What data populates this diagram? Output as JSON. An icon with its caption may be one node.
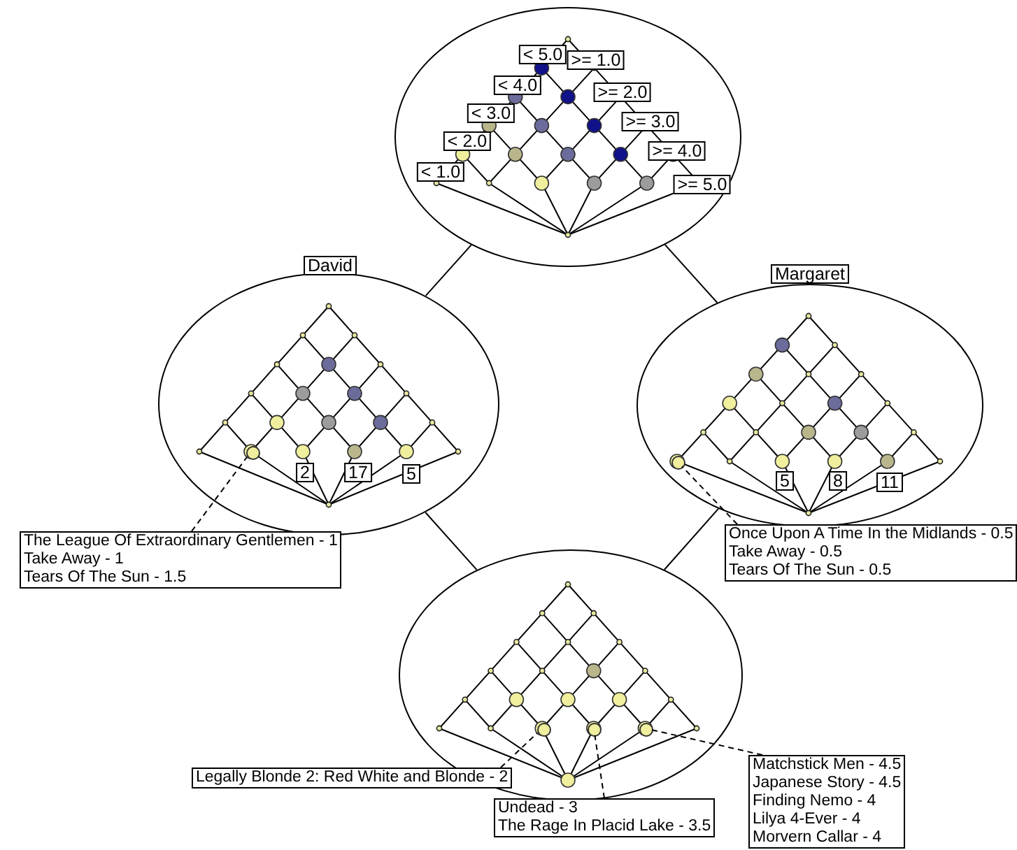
{
  "diagram": {
    "nodes": [
      {
        "text": [],
        "shape": "ellipse"
      },
      {
        "text": [
          "< 5.0"
        ],
        "in": 0
      },
      {
        "text": [
          ">= 1.0"
        ],
        "in": 0
      },
      {
        "text": [
          "< 4.0"
        ],
        "in": 0
      },
      {
        "text": [
          ">= 2.0"
        ],
        "in": 0
      },
      {
        "text": [
          "< 3.0"
        ],
        "in": 0
      },
      {
        "text": [
          ">= 3.0"
        ],
        "in": 0
      },
      {
        "text": [
          "< 2.0"
        ],
        "in": 0
      },
      {
        "text": [
          ">= 4.0"
        ],
        "in": 0
      },
      {
        "text": [
          "< 1.0"
        ],
        "in": 0
      },
      {
        "text": [
          ">= 5.0"
        ],
        "in": 0
      },
      {
        "text": [
          "David"
        ]
      },
      {
        "text": [],
        "shape": "ellipse"
      },
      {
        "text": [
          "2"
        ],
        "in": 12
      },
      {
        "text": [
          "17"
        ],
        "in": 12
      },
      {
        "text": [
          "5"
        ],
        "in": 12
      },
      {
        "text": [
          "Margaret"
        ]
      },
      {
        "text": [],
        "shape": "ellipse"
      },
      {
        "text": [
          "5"
        ],
        "in": 17
      },
      {
        "text": [
          "8"
        ],
        "in": 17
      },
      {
        "text": [
          "11"
        ],
        "in": 17
      },
      {
        "text": [],
        "shape": "ellipse"
      },
      {
        "text": [
          "The League Of Extraordinary Gentlemen - 1",
          "Take Away - 1",
          "Tears Of The Sun - 1.5"
        ]
      },
      {
        "text": [],
        "shape": "circle",
        "in": 12
      },
      {
        "text": [
          "Once Upon A Time In the Midlands - 0.5",
          "Take Away - 0.5",
          "Tears Of The Sun - 0.5"
        ]
      },
      {
        "text": [],
        "shape": "circle",
        "in": 17
      },
      {
        "text": [
          "Legally Blonde 2: Red White and Blonde - 2"
        ]
      },
      {
        "text": [],
        "shape": "circle",
        "in": 21
      },
      {
        "text": [
          "Undead - 3",
          "The Rage In Placid Lake - 3.5"
        ]
      },
      {
        "text": [],
        "shape": "circle",
        "in": 21
      },
      {
        "text": [
          "Matchstick Men - 4.5",
          "Japanese Story - 4.5",
          "Finding Nemo - 4",
          "Lilya 4-Ever - 4",
          "Morvern Callar - 4"
        ]
      },
      {
        "text": [],
        "shape": "circle",
        "in": 21
      }
    ],
    "edges": [
      {
        "from": 0,
        "to": 12,
        "arrow": "none"
      },
      {
        "from": 0,
        "to": 17,
        "arrow": "none"
      },
      {
        "from": 12,
        "to": 21,
        "arrow": "none"
      },
      {
        "from": 17,
        "to": 21,
        "arrow": "none"
      },
      {
        "from": 22,
        "to": 23,
        "arrow": "none",
        "style": "dashed"
      },
      {
        "from": 24,
        "to": 25,
        "arrow": "none",
        "style": "dashed"
      },
      {
        "from": 26,
        "to": 27,
        "arrow": "none",
        "style": "dashed"
      },
      {
        "from": 28,
        "to": 29,
        "arrow": "none",
        "style": "dashed"
      },
      {
        "from": 30,
        "to": 31,
        "arrow": "none",
        "style": "dashed"
      }
    ]
  }
}
